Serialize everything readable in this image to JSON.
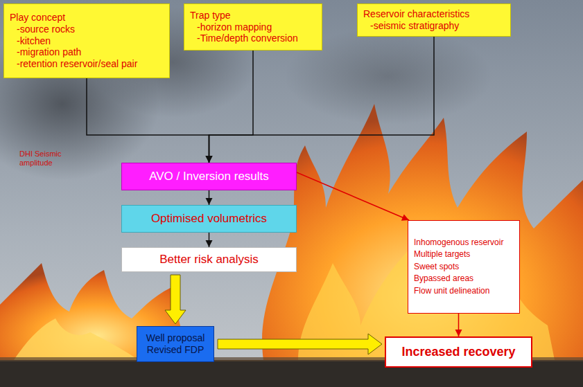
{
  "diagram": {
    "nodes": [
      {
        "text": [
          "Play concept",
          "-source rocks",
          "-kitchen",
          "-migration path",
          "-retention reservoir/seal pair"
        ]
      },
      {
        "text": [
          "Trap type",
          "-horizon mapping",
          "-Time/depth conversion"
        ]
      },
      {
        "text": [
          "Reservoir characteristics",
          "-seismic stratigraphy"
        ]
      },
      {
        "text": [
          "AVO / Inversion results"
        ]
      },
      {
        "text": [
          "Optimised volumetrics"
        ]
      },
      {
        "text": [
          "Better risk analysis"
        ]
      },
      {
        "text": [
          "Well proposal Revised FDP"
        ]
      },
      {
        "text": [
          "Inhomogenous reservoir",
          "Multiple targets",
          "Sweet spots",
          "Bypassed areas",
          "Flow unit delineation"
        ]
      },
      {
        "text": [
          "Increased recovery"
        ]
      }
    ],
    "edges": [
      {
        "from": 0,
        "to": 3,
        "arrow": "to"
      },
      {
        "from": 1,
        "to": 3,
        "arrow": "to"
      },
      {
        "from": 2,
        "to": 3,
        "arrow": "to"
      },
      {
        "from": 3,
        "to": 4,
        "arrow": "to"
      },
      {
        "from": 4,
        "to": 5,
        "arrow": "to"
      },
      {
        "from": 5,
        "to": 6,
        "arrow": "to"
      },
      {
        "from": 6,
        "to": 8,
        "arrow": "to"
      },
      {
        "from": 3,
        "to": 7,
        "arrow": "to"
      },
      {
        "from": 7,
        "to": 8,
        "arrow": "to"
      }
    ],
    "labels": [
      "DHI Seismic amplitude"
    ]
  }
}
